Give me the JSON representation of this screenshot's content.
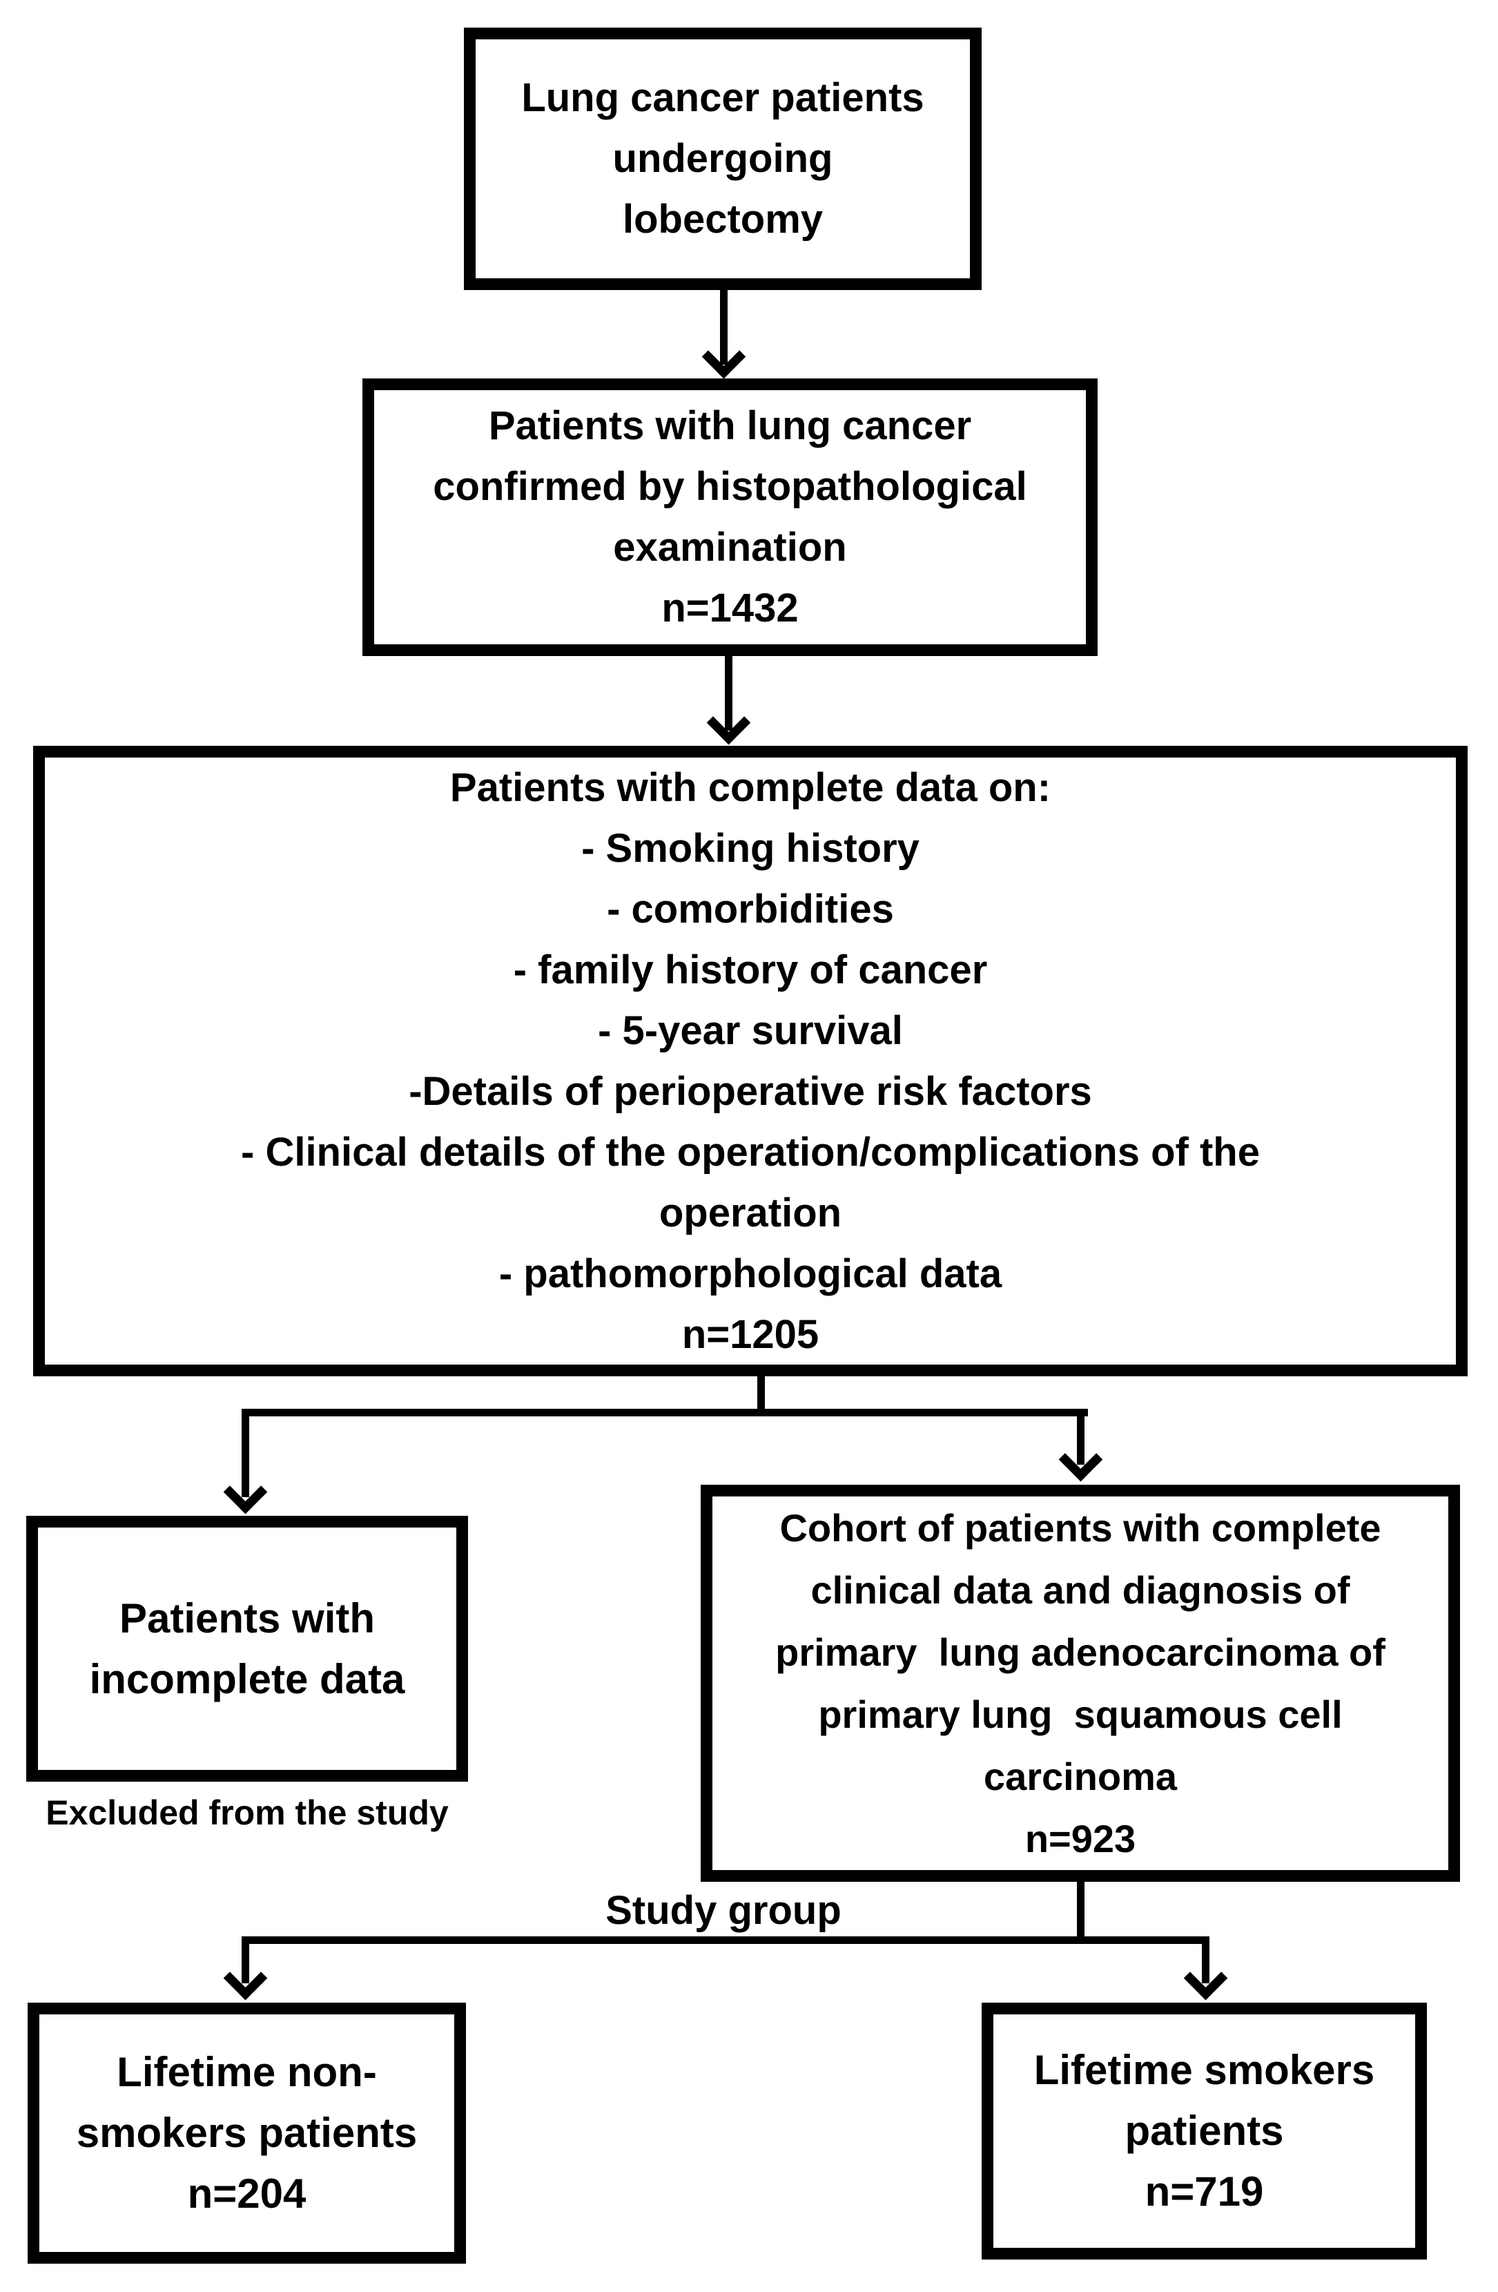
{
  "colors": {
    "background": "#ffffff",
    "line": "#000000",
    "text": "#000000"
  },
  "boxes": {
    "box1": {
      "text": "Lung cancer patients\nundergoing\nlobectomy"
    },
    "box2": {
      "text": "Patients with lung cancer\nconfirmed by histopathological\nexamination\nn=1432"
    },
    "box3": {
      "text": "Patients with complete data on:\n- Smoking history\n- comorbidities\n- family history of cancer\n- 5-year survival\n-Details of perioperative risk factors\n- Clinical details of the operation/complications of the\noperation\n- pathomorphological data\nn=1205"
    },
    "box4": {
      "text": "Patients with\nincomplete data"
    },
    "box5": {
      "text": "Cohort of patients with complete\nclinical data and diagnosis of\nprimary  lung adenocarcinoma of\nprimary lung  squamous cell\ncarcinoma\nn=923"
    },
    "box6": {
      "text": "Lifetime non-\nsmokers patients\nn=204"
    },
    "box7": {
      "text": "Lifetime smokers\npatients\nn=719"
    }
  },
  "labels": {
    "excluded": "Excluded from the study",
    "study_group": "Study group"
  },
  "counts": {
    "histopathological_confirmed": "n=1432",
    "complete_data": "n=1205",
    "cohort": "n=923",
    "lifetime_non_smokers": "n=204",
    "lifetime_smokers": "n=719"
  }
}
